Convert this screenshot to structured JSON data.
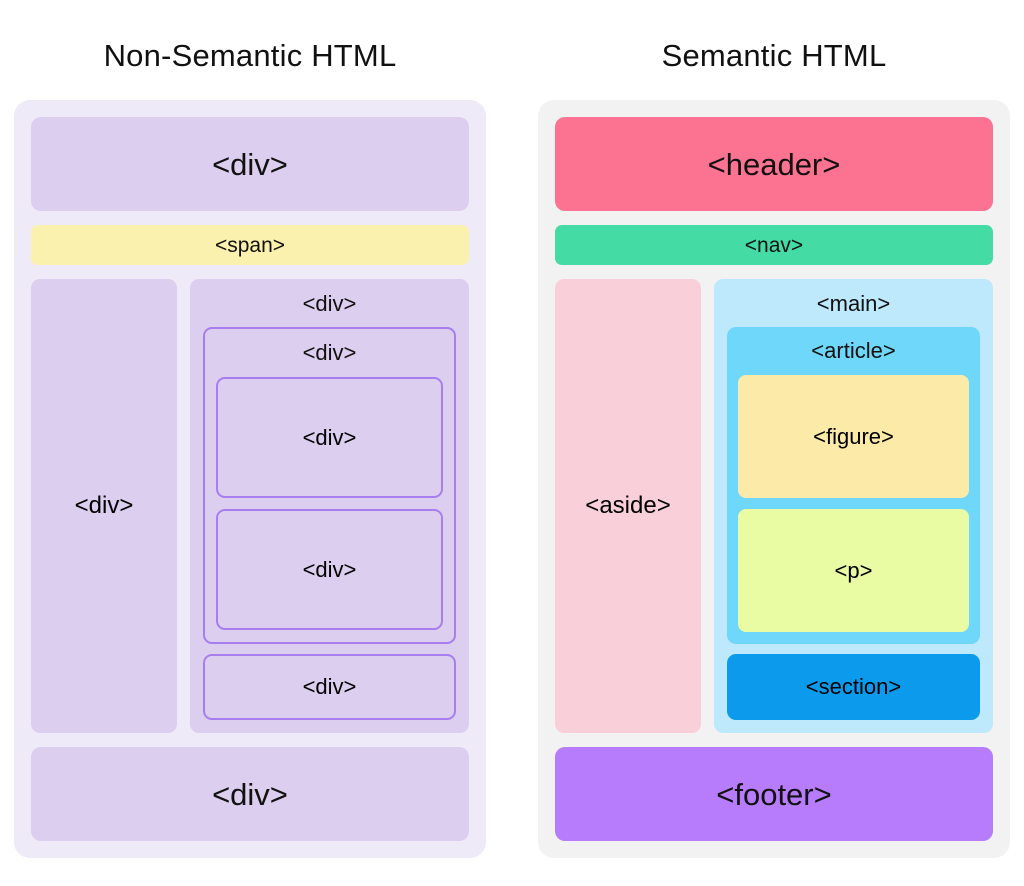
{
  "diagram": {
    "background": "#FFFFFF",
    "columns": [
      {
        "title": "Non-Semantic HTML",
        "panel_color": "#EFEAF7",
        "blocks": {
          "top_div": "<div>",
          "span": "<span>",
          "sidebar_div": "<div>",
          "content_div": "<div>",
          "nested_div": "<div>",
          "leaf_div_1": "<div>",
          "leaf_div_2": "<div>",
          "trailing_div": "<div>",
          "footer_div": "<div>"
        },
        "colors": {
          "div_fill": "#DCCEEF",
          "span_fill": "#FAF1AE",
          "outline": "#A77EF0"
        }
      },
      {
        "title": "Semantic HTML",
        "panel_color": "#F2F2F2",
        "blocks": {
          "header": "<header>",
          "nav": "<nav>",
          "aside": "<aside>",
          "main": "<main>",
          "article": "<article>",
          "figure": "<figure>",
          "paragraph": "<p>",
          "section": "<section>",
          "footer": "<footer>"
        },
        "colors": {
          "header_fill": "#FC7391",
          "nav_fill": "#44DCA4",
          "aside_fill": "#F9CFDA",
          "main_fill": "#BEE8FB",
          "article_fill": "#6FD7FA",
          "figure_fill": "#FCEAA8",
          "paragraph_fill": "#E9FCA4",
          "section_fill": "#0C9BEC",
          "footer_fill": "#B77CFB"
        }
      }
    ]
  }
}
